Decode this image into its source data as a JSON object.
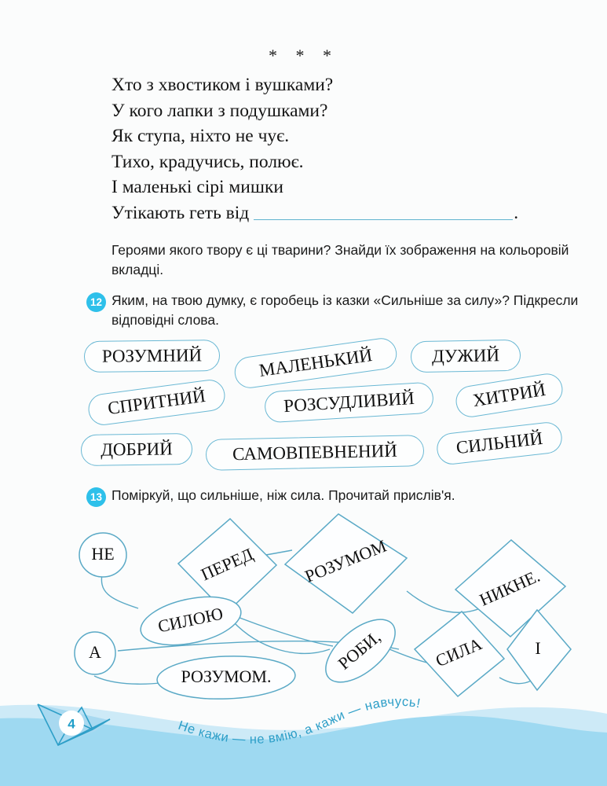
{
  "page": {
    "number": "4",
    "slogan": "Не кажи — не вмію, а кажи — навчусь!",
    "bg_color": "#fbfcfc",
    "accent_color": "#2ec0ea",
    "outline_color": "#5aa9c6",
    "water_color": "#9ed9f1"
  },
  "poem": {
    "separator": "* * *",
    "lines": [
      "Хто з хвостиком і вушками?",
      "У кого лапки з подушками?",
      "Як ступа, ніхто не чує.",
      "Тихо, крадучись, полює.",
      "І маленькі сірі мишки"
    ],
    "last_line_prefix": "Утікають геть від",
    "last_line_suffix": "."
  },
  "tasks": {
    "intro": "Героями якого твору є ці тварини? Знайди їх зображення на кольоровій вкладці.",
    "task12": {
      "number": "12",
      "text": "Яким, на твою думку, є горобець із казки «Сильніше за силу»? Підкресли відповідні слова.",
      "words": [
        "РОЗУМНИЙ",
        "МАЛЕНЬКИЙ",
        "ДУЖИЙ",
        "СПРИТНИЙ",
        "РОЗСУДЛИВИЙ",
        "ХИТРИЙ",
        "ДОБРИЙ",
        "САМОВПЕВНЕНИЙ",
        "СИЛЬНИЙ"
      ]
    },
    "task13": {
      "number": "13",
      "text": "Поміркуй, що сильніше, ніж сила. Прочитай прислів'я.",
      "shapes": [
        "НЕ",
        "ПЕРЕД",
        "РОЗУМОМ",
        "НИКНЕ.",
        "СИЛОЮ",
        "А",
        "РОБИ,",
        "СИЛА",
        "І",
        "РОЗУМОМ."
      ]
    }
  }
}
